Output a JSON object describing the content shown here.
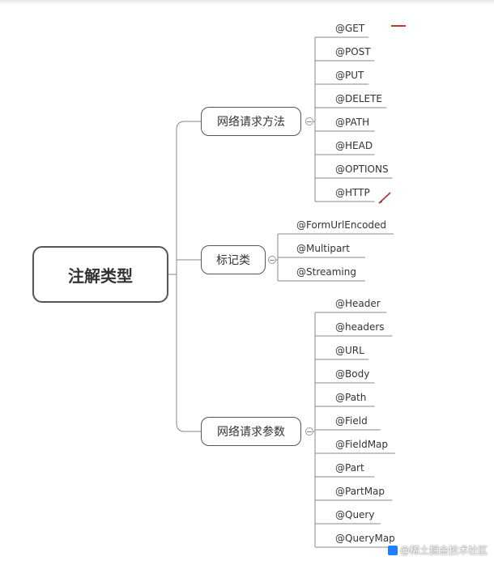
{
  "root": {
    "label": "注解类型"
  },
  "groups": [
    {
      "key": "method",
      "label": "网络请求方法",
      "items": [
        "@GET",
        "@POST",
        "@PUT",
        "@DELETE",
        "@PATH",
        "@HEAD",
        "@OPTIONS",
        "@HTTP"
      ]
    },
    {
      "key": "marker",
      "label": "标记类",
      "items": [
        "@FormUrlEncoded",
        "@Multipart",
        "@Streaming"
      ]
    },
    {
      "key": "params",
      "label": "网络请求参数",
      "items": [
        "@Header",
        "@headers",
        "@URL",
        "@Body",
        "@Path",
        "@Field",
        "@FieldMap",
        "@Part",
        "@PartMap",
        "@Query",
        "@QueryMap"
      ]
    }
  ],
  "watermark": "@稀土掘金技术社区",
  "colors": {
    "line": "#888888",
    "border": "#555555",
    "accent_mark": "#c0392b"
  }
}
